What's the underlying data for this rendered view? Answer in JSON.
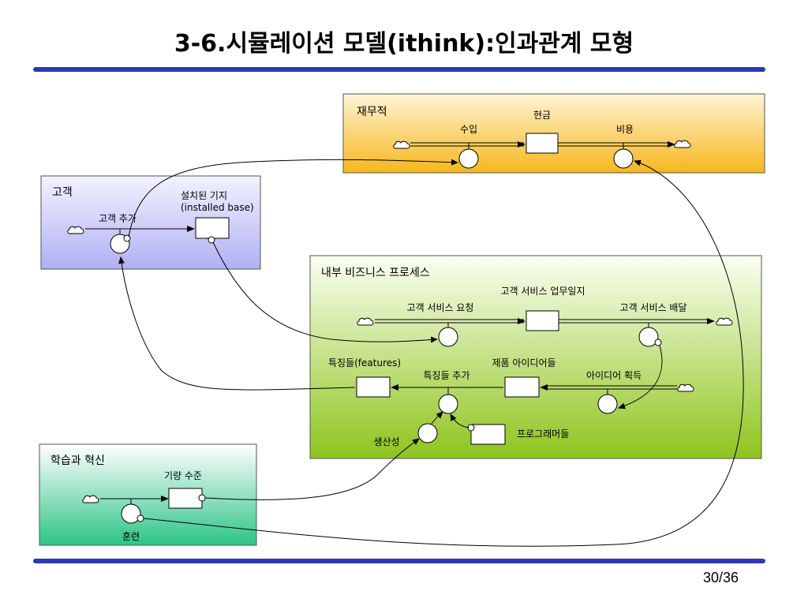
{
  "slide": {
    "title": "3-6.시뮬레이션 모델(ithink):인과관계 모형",
    "page_number": "30/36"
  },
  "sectors": {
    "financial": {
      "name": "재무적",
      "stock": "현금",
      "inflow": "수입",
      "outflow": "비용"
    },
    "customer": {
      "name": "고객",
      "stock_line1": "설치된 기지",
      "stock_line2": "(installed base)",
      "inflow": "고객 추가"
    },
    "internal": {
      "name": "내부 비즈니스 프로세스",
      "service_stock": "고객 서비스 업무일지",
      "service_inflow": "고객 서비스 요청",
      "service_outflow": "고객 서비스 배달",
      "features_stock": "특징들(features)",
      "features_flow": "특징들 추가",
      "ideas_stock": "제품 아이디어들",
      "ideas_flow": "아이디어 획득",
      "productivity": "생산성",
      "programmers": "프로그래머들"
    },
    "learning": {
      "name": "학습과 혁신",
      "stock": "기량 수준",
      "inflow": "훈련"
    }
  },
  "colors": {
    "rule": "#2b39b8",
    "financial_top": "#fff4d6",
    "financial_bottom": "#f6b71c",
    "customer_top": "#f2f2ff",
    "customer_bottom": "#b0b0f4",
    "internal_top": "#fafff2",
    "internal_bottom": "#8fc41e",
    "learning_top": "#ffffff",
    "learning_bottom": "#2cc486"
  }
}
